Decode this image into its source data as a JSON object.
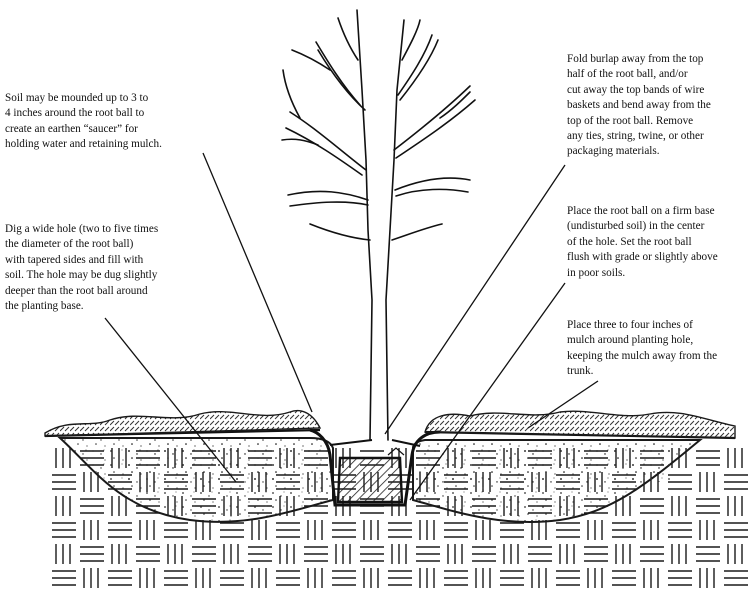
{
  "annotations": {
    "saucer": "Soil may be mounded up to 3 to\n4 inches around the root ball to\ncreate an earthen “saucer” for\nholding water and retaining mulch.",
    "wide_hole": "Dig a wide hole (two to five times\nthe diameter of the root ball)\nwith tapered sides and fill with\nsoil. The hole may be dug slightly\ndeeper than the root ball around\nthe planting base.",
    "burlap": "Fold burlap away from the top\nhalf of the root ball, and/or\ncut away the top bands of wire\nbaskets and bend away from the\ntop of the root ball. Remove\nany ties, string, twine, or other\npackaging materials.",
    "root_ball": "Place the root ball on a firm base\n(undisturbed soil) in the center\nof the hole. Set the root ball\nflush with grade or slightly above\nin poor soils.",
    "mulch": "Place three to four inches of\nmulch around planting hole,\nkeeping the mulch away from the\ntrunk."
  },
  "colors": {
    "ink": "#1a1a1a",
    "paper": "#ffffff",
    "root_ball_fill": "#2b2b2b"
  }
}
